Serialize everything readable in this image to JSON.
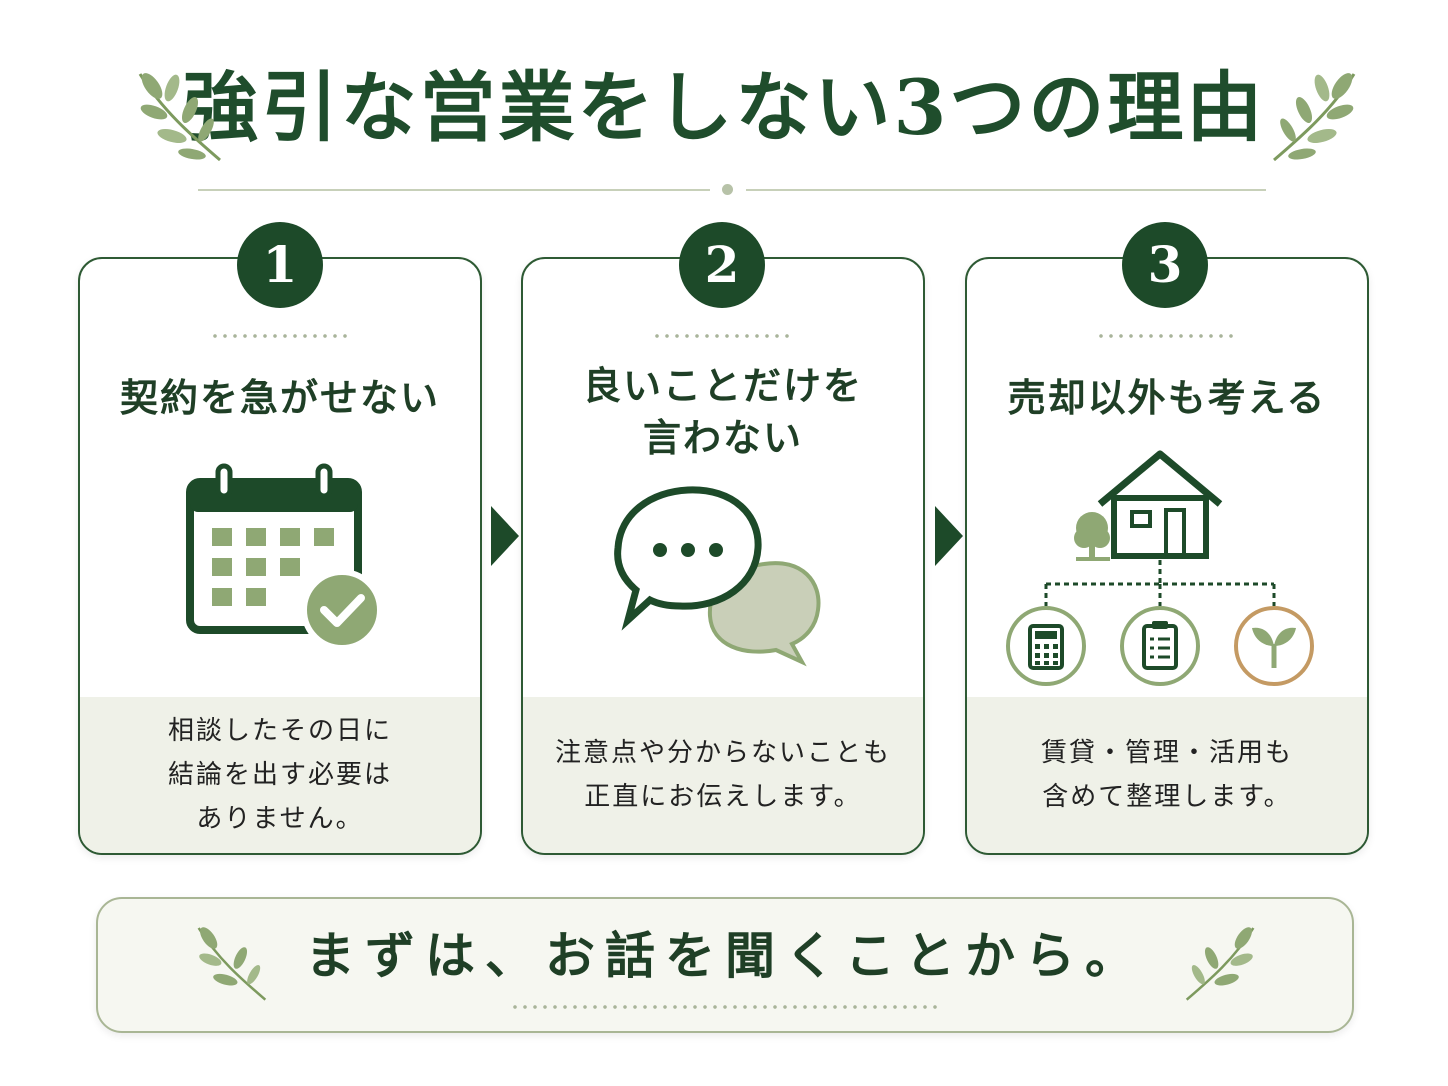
{
  "title": "強引な営業をしない3つの理由",
  "colors": {
    "primary": "#1d4a29",
    "accent_sage": "#8fa874",
    "panel": "#eff1e8",
    "sprout_ring": "#c49a63"
  },
  "reasons": [
    {
      "number": "1",
      "heading": "契約を急がせない",
      "icon": "calendar-check-icon",
      "description": "相談したその日に\n結論を出す必要は\nありません。"
    },
    {
      "number": "2",
      "heading": "良いことだけを\n言わない",
      "icon": "chat-bubbles-icon",
      "description": "注意点や分からないことも\n正直にお伝えします。"
    },
    {
      "number": "3",
      "heading": "売却以外も考える",
      "icon": "house-options-icon",
      "description": "賃貸・管理・活用も\n含めて整理します。"
    }
  ],
  "banner": {
    "text": "まずは、お話を聞くことから。"
  }
}
